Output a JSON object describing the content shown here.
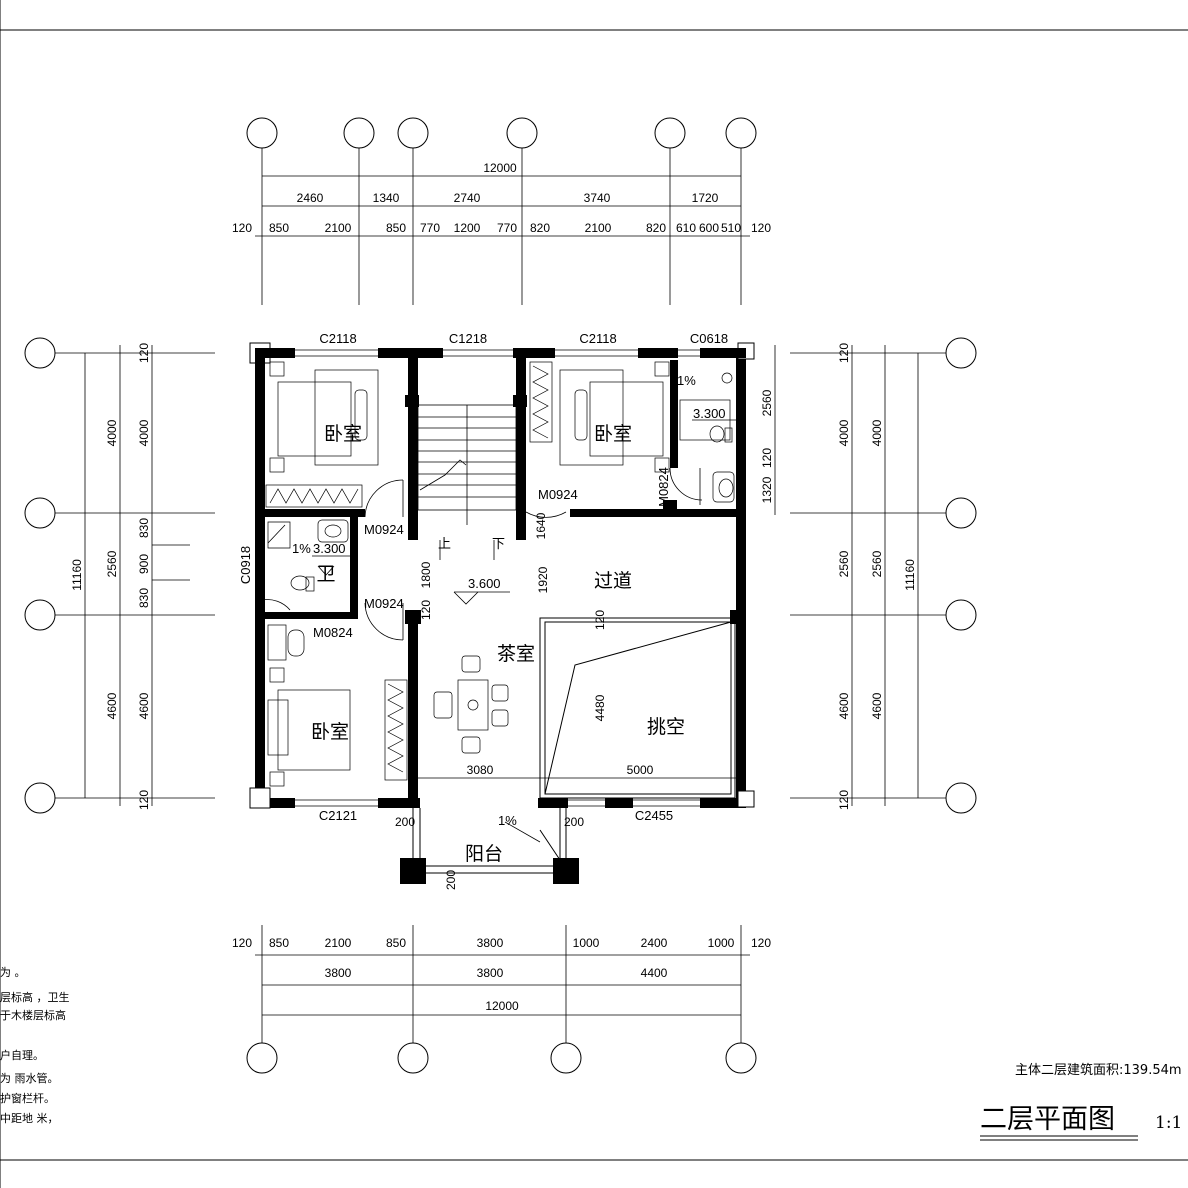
{
  "drawing": {
    "title": "二层平面图",
    "scale": "1:1",
    "area_label": "主体二层建筑面积:139.54m"
  },
  "dims": {
    "top_total": "12000",
    "top_mid": [
      "2460",
      "1340",
      "2740",
      "3740",
      "1720"
    ],
    "top_fine": [
      "120",
      "850",
      "2100",
      "850",
      "770",
      "1200",
      "770",
      "820",
      "2100",
      "820",
      "610",
      "600",
      "510",
      "120"
    ],
    "bottom_fine": [
      "120",
      "850",
      "2100",
      "850",
      "3800",
      "1000",
      "2400",
      "1000",
      "120"
    ],
    "bottom_mid": [
      "3800",
      "3800",
      "4400"
    ],
    "bottom_total": "12000",
    "left_outer": "11160",
    "left_mid": [
      "4000",
      "2560",
      "4600"
    ],
    "left_fine": [
      "120",
      "4000",
      "830",
      "900",
      "830",
      "4600",
      "120"
    ],
    "right_outer": "11160",
    "right_mid": [
      "4000",
      "2560",
      "4600"
    ],
    "right_fine": [
      "120",
      "4000",
      "2560",
      "4600",
      "120"
    ],
    "right_inner": [
      "2560",
      "120",
      "1320"
    ],
    "inner": [
      "1800",
      "120",
      "1920",
      "120",
      "4480",
      "3080",
      "5000",
      "200",
      "200",
      "200",
      "1640"
    ]
  },
  "rooms": {
    "bedroom": "卧室",
    "bath": "卫",
    "tea": "茶室",
    "corridor": "过道",
    "void": "挑空",
    "balcony": "阳台"
  },
  "levels": {
    "bath1": "3.300",
    "bath2": "3.300",
    "main": "3.600"
  },
  "slopes": "1%",
  "openings": {
    "top_windows": [
      "C2118",
      "C1218",
      "C2118",
      "C0618"
    ],
    "bottom_windows": [
      "C2121",
      "C2455"
    ],
    "side_window": "C0918",
    "doors": [
      "M0924",
      "M0924",
      "M0924",
      "M0824",
      "M0824"
    ]
  },
  "stair": {
    "up": "上",
    "down": "下"
  },
  "notes": [
    "为  。",
    "层标高  ，卫生",
    "于木楼层标高",
    "户自理。",
    "为  雨水管。",
    "护窗栏杆。",
    "中距地  米，"
  ]
}
